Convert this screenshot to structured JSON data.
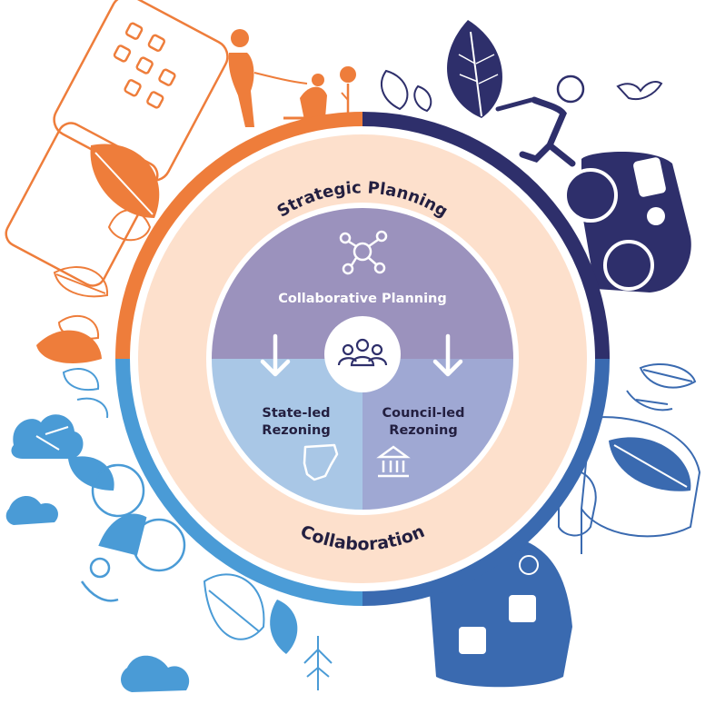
{
  "diagram": {
    "outer_ring": {
      "top_label": "Strategic Planning",
      "bottom_label": "Collaboration"
    },
    "core": {
      "top_label": "Collaborative Planning",
      "left_label_line1": "State-led",
      "left_label_line2": "Rezoning",
      "right_label_line1": "Council-led",
      "right_label_line2": "Rezoning"
    },
    "icons": [
      "network-icon",
      "people-group-icon",
      "down-arrow-icon",
      "nsw-map-icon",
      "building-columns-icon"
    ]
  },
  "colors": {
    "orange": "#ee7d3b",
    "navy": "#2e2f6b",
    "light_blue": "#4a9bd6",
    "mid_blue": "#3a6ab0",
    "peach": "#fde0cc",
    "purple": "#9b92bd",
    "pale_blue": "#a9c7e6",
    "lavender_blue": "#9fa8d3"
  }
}
